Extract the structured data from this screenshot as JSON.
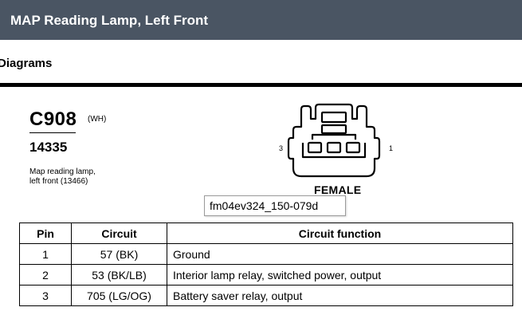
{
  "header": {
    "title": "MAP Reading Lamp, Left Front"
  },
  "section": {
    "heading": "Diagrams"
  },
  "connector": {
    "id": "C908",
    "color": "(WH)",
    "part_number": "14335",
    "description_lines": [
      "Map reading lamp,",
      "left front (13466)"
    ],
    "pin_left_label": "3",
    "pin_right_label": "1",
    "gender": "FEMALE"
  },
  "tooltip": {
    "text": "fm04ev324_150-079d"
  },
  "table": {
    "headers": [
      "Pin",
      "Circuit",
      "Circuit function"
    ],
    "rows": [
      {
        "pin": "1",
        "circuit": "57 (BK)",
        "function": "Ground"
      },
      {
        "pin": "2",
        "circuit": "53 (BK/LB)",
        "function": "Interior lamp relay, switched power, output"
      },
      {
        "pin": "3",
        "circuit": "705 (LG/OG)",
        "function": "Battery saver relay, output"
      }
    ]
  }
}
